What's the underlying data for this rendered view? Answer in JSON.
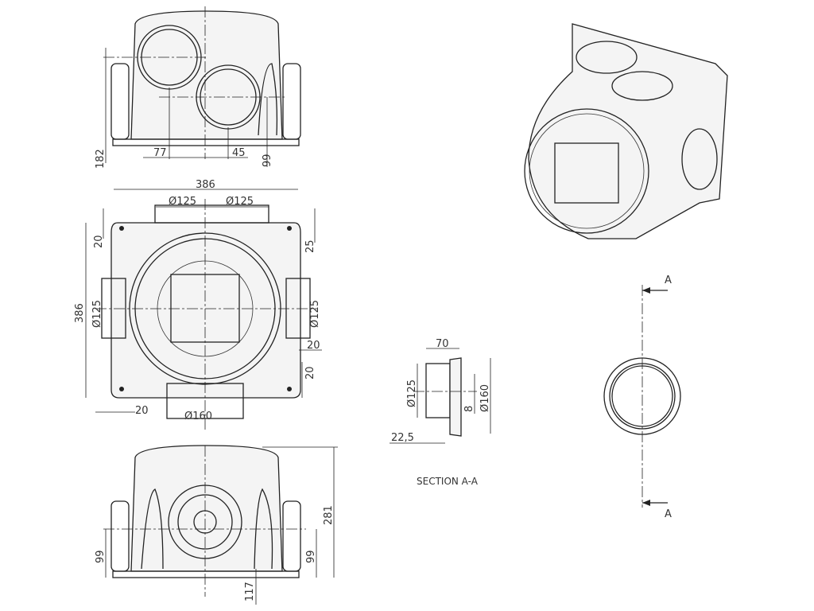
{
  "top_view": {
    "height": "182",
    "offset_left": "77",
    "offset_right": "45",
    "height_right": "99"
  },
  "plan_view": {
    "width": "386",
    "depth": "386",
    "inlet_left_top": "Ø125",
    "inlet_right_top": "Ø125",
    "inlet_left": "Ø125",
    "inlet_right": "Ø125",
    "outlet": "Ø160",
    "dim_top_left": "20",
    "dim_top_right": "25",
    "dim_right_mid": "20",
    "dim_right_low": "20",
    "dim_bottom_left": "20"
  },
  "front_view": {
    "height": "281",
    "left_axis": "99",
    "right_axis": "99",
    "bottom_axis": "117"
  },
  "section": {
    "title": "SECTION A-A",
    "length": "70",
    "inner_diameter": "Ø125",
    "outer_diameter": "Ø160",
    "flange": "8",
    "spigot": "22,5"
  },
  "cut_marker": {
    "top_label": "A",
    "bottom_label": "A"
  }
}
